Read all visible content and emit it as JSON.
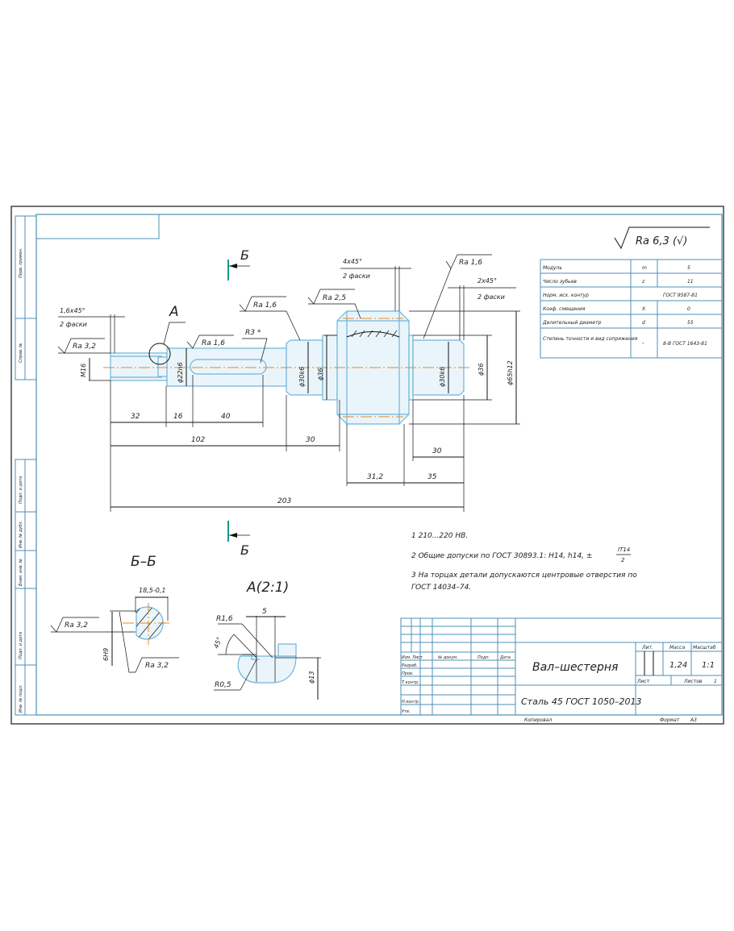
{
  "drawing": {
    "title": "Вал–шестерня",
    "material": "Сталь 45 ГОСТ 1050–2013",
    "general_roughness": "Ra 6,3 (√)",
    "section_marker": "Б",
    "view_marker": "А",
    "section_view_title": "Б–Б",
    "detail_view_title": "А(2:1)"
  },
  "side_strip": [
    "Перв. примен.",
    "Справ. №",
    "Подп. и дата",
    "Инв. № дубл.",
    "Взам. инв. №",
    "Подп. и дата",
    "Инв. № подл."
  ],
  "gear_table": {
    "rows": [
      {
        "label": "Модуль",
        "symbol": "m",
        "value": "5"
      },
      {
        "label": "Число зубьев",
        "symbol": "z",
        "value": "11"
      },
      {
        "label": "Норм. исх. контур",
        "symbol": "",
        "value": "ГОСТ 9587-81"
      },
      {
        "label": "Коэф. смещения",
        "symbol": "X",
        "value": "0"
      },
      {
        "label": "Делительный диаметр",
        "symbol": "d",
        "value": "55"
      },
      {
        "label": "Степень точности и вид сопряжения",
        "symbol": "-",
        "value": "8-B ГОСТ 1643-81"
      }
    ]
  },
  "annotations": {
    "chamfer_left": "1,6х45°",
    "chamfer_left_note": "2 фаски",
    "chamfer_gear": "4х45°",
    "chamfer_gear_note": "2 фаски",
    "chamfer_right": "2х45°",
    "chamfer_right_note": "2 фаски",
    "ra_thread": "Ra 3,2",
    "ra_keyway": "Ra 1,6",
    "ra_journal_left": "Ra 1,6",
    "ra_gear": "Ra 2,5",
    "ra_journal_right": "Ra 1,6",
    "keyway_radius": "R3 *",
    "thread": "М16",
    "dia_keyshaft": "ϕ22n6",
    "dia_journal_left": "ϕ30k6",
    "dia_collar_left": "ϕ36",
    "dia_journal_right": "ϕ30k6",
    "dia_collar_right": "ϕ36",
    "dia_gear": "ϕ65h12"
  },
  "dimensions": {
    "d32": "32",
    "d16": "16",
    "d40": "40",
    "d102": "102",
    "d30a": "30",
    "d30b": "30",
    "d31_2": "31,2",
    "d35": "35",
    "d203": "203"
  },
  "section_view": {
    "width_dim": "18,5-0,1",
    "key_dim": "6H9",
    "ra_top": "Ra 3,2",
    "ra_bottom": "Ra 3,2"
  },
  "detail_view": {
    "r1": "R1,6",
    "r2": "R0,5",
    "angle": "45°",
    "width": "5",
    "dia": "ϕ13"
  },
  "notes": [
    "1 210...220 НВ.",
    "2 Общие допуски по ГОСТ 30893.1: Н14, h14, ±",
    "3 На торцах детали допускаются центровые отверстия по",
    "ГОСТ 14034–74."
  ],
  "note_fraction": {
    "num": "IT14",
    "den": "2"
  },
  "title_block": {
    "headers": [
      "Изм.",
      "Лист",
      "№ докум.",
      "Подп.",
      "Дата"
    ],
    "roles": [
      "Разраб.",
      "Пров.",
      "Т.контр.",
      "",
      "Н.контр.",
      "Утв."
    ],
    "lit_label": "Лит.",
    "mass_label": "Масса",
    "scale_label": "Масштаб",
    "mass": "1,24",
    "scale": "1:1",
    "sheet_label": "Лист",
    "sheets_label": "Листов",
    "sheets": "1",
    "copied_label": "Копировал",
    "format_label": "Формат",
    "format": "А3"
  }
}
